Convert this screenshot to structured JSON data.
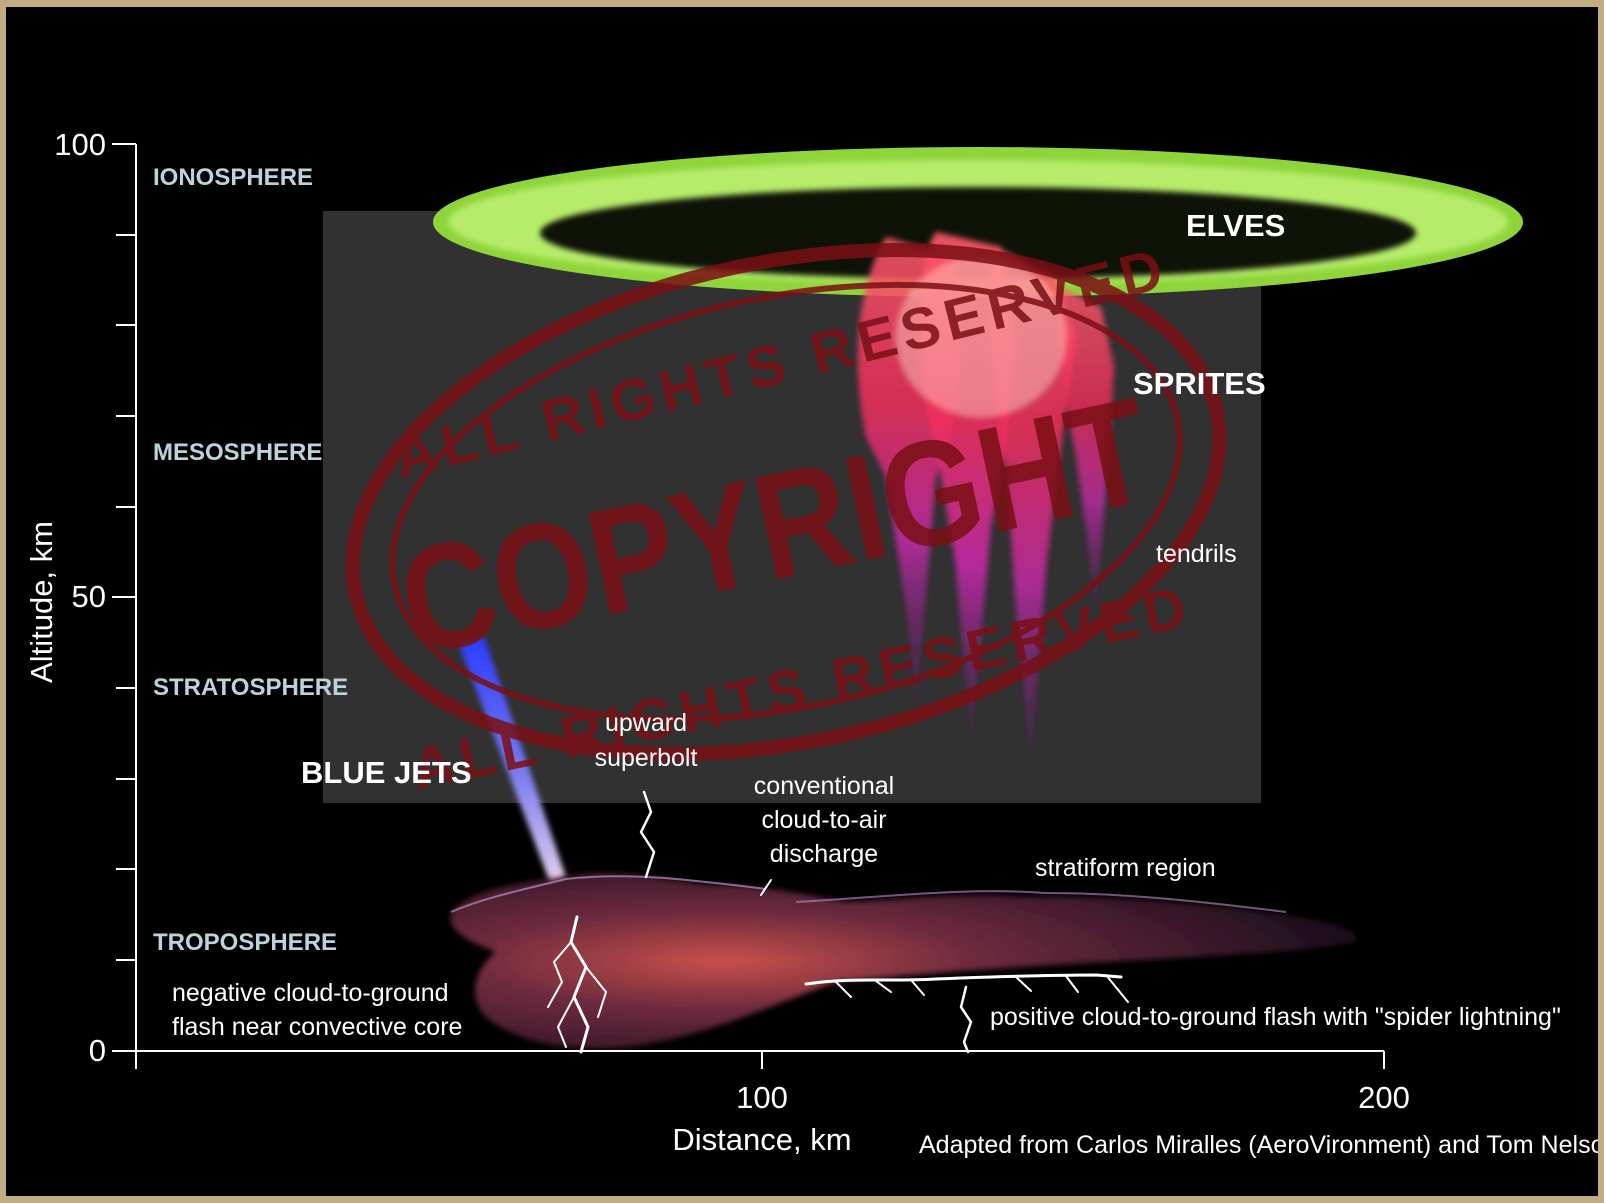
{
  "axes": {
    "y_title": "Altitude, km",
    "x_title": "Distance, km",
    "y_ticks": [
      "100",
      "50",
      "0"
    ],
    "x_ticks": [
      "100",
      "200"
    ]
  },
  "layers": {
    "ionosphere": "IONOSPHERE",
    "mesosphere": "MESOSPHERE",
    "stratosphere": "STRATOSPHERE",
    "troposphere": "TROPOSPHERE"
  },
  "phenomena": {
    "elves": "ELVES",
    "sprites": "SPRITES",
    "tendrils": "tendrils",
    "blue_jets": "BLUE JETS",
    "upward_superbolt": [
      "upward",
      "superbolt"
    ],
    "conventional": [
      "conventional",
      "cloud-to-air",
      "discharge"
    ],
    "stratiform": "stratiform region",
    "negative_cg": [
      "negative cloud-to-ground",
      "flash near convective core"
    ],
    "positive_cg": "positive cloud-to-ground flash with \"spider lightning\""
  },
  "credit": "Adapted from Carlos Miralles (AeroVironment) and Tom Nelson (FMA)",
  "watermark": {
    "top": "ALL RIGHTS RESERVED",
    "center": "COPYRIGHT",
    "bottom": "ALL RIGHTS RESERVED"
  },
  "colors": {
    "frame": "#c2ac83",
    "background": "#000000",
    "layer_label": "#bcd3dc",
    "elves": "#8ed43a",
    "sprites": "#ff3f5e",
    "blue_jet": "#3a4dff",
    "watermark": "#7a0f14"
  }
}
